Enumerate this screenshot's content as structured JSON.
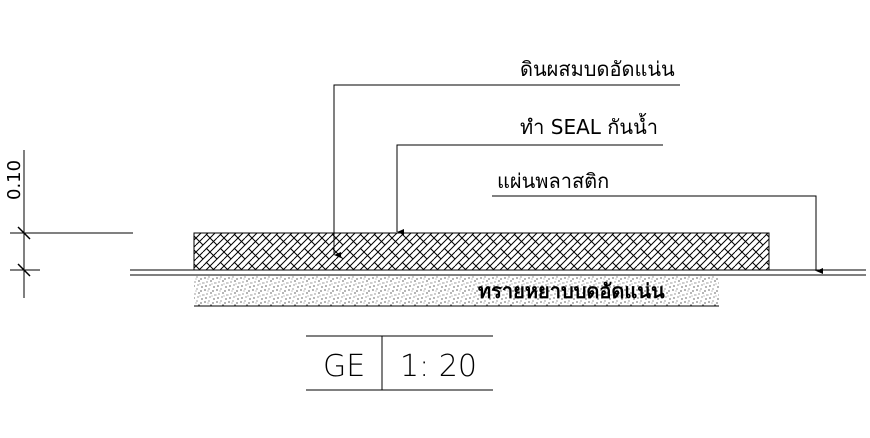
{
  "labels": {
    "compacted_soil": "ดินผสมบดอัดแน่น",
    "waterproof_seal": "ทำ SEAL กันน้ำ",
    "plastic_sheet": "แผ่นพลาสติก",
    "compacted_sand": "ทรายหยาบบดอัดแน่น"
  },
  "dimension": {
    "value": "0.10"
  },
  "title_block": {
    "code": "GE",
    "scale": "1: 20"
  }
}
